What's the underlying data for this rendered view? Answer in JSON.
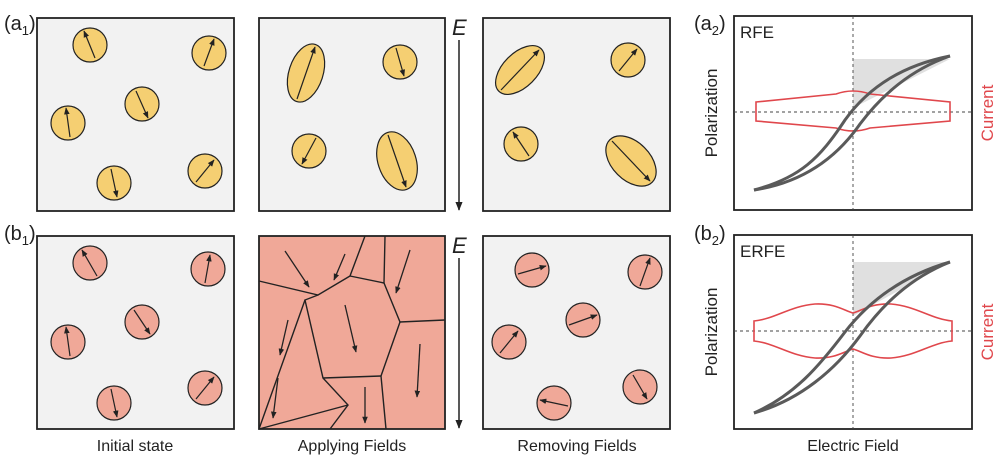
{
  "panel_labels": {
    "a1": {
      "letter": "a",
      "sub": "1"
    },
    "b1": {
      "letter": "b",
      "sub": "1"
    },
    "a2": {
      "letter": "a",
      "sub": "2"
    },
    "b2": {
      "letter": "b",
      "sub": "2"
    }
  },
  "field_symbol": "E",
  "captions": {
    "initial": "Initial state",
    "applying": "Applying Fields",
    "removing": "Removing Fields",
    "electric_field": "Electric Field"
  },
  "plots": {
    "top_title": "RFE",
    "bottom_title": "ERFE",
    "ylabel": "Polarization",
    "y2label": "Current"
  },
  "colors": {
    "box_bg": "#f2f2f2",
    "yellow_grain": "#f5cf72",
    "pink_grain": "#f0a898",
    "domain_fill": "#f0a898",
    "curve": "#555555",
    "current": "#e0474c",
    "shade": "#e0e0e0"
  }
}
